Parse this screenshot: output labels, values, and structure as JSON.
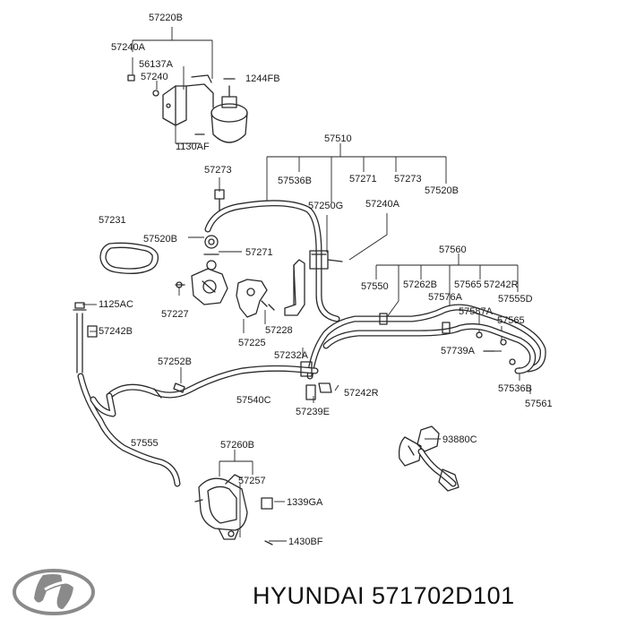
{
  "labels": {
    "l57220B": "57220B",
    "l57240A_top": "57240A",
    "l56137A": "56137A",
    "l57240": "57240",
    "l1244FB": "1244FB",
    "l1130AF": "1130AF",
    "l57510": "57510",
    "l57536B_top": "57536B",
    "l57271_top": "57271",
    "l57273_top": "57273",
    "l57520B_right": "57520B",
    "l57273_left": "57273",
    "l57250G": "57250G",
    "l57240A_mid": "57240A",
    "l57231": "57231",
    "l57520B_left": "57520B",
    "l57271_left": "57271",
    "l57560": "57560",
    "l57550": "57550",
    "l57262B": "57262B",
    "l57565_top": "57565",
    "l57242R_top": "57242R",
    "l57576A": "57576A",
    "l57555D": "57555D",
    "l1125AC": "1125AC",
    "l57227": "57227",
    "l57228": "57228",
    "l57225": "57225",
    "l57242B": "57242B",
    "l57232A": "57232A",
    "l57587A": "57587A",
    "l57565_mid": "57565",
    "l57739A": "57739A",
    "l57252B": "57252B",
    "l57540C": "57540C",
    "l57242R_bottom": "57242R",
    "l57239E": "57239E",
    "l57536B_bottom": "57536B",
    "l57561": "57561",
    "l57555": "57555",
    "l57260B": "57260B",
    "l93880C": "93880C",
    "l57257": "57257",
    "l1339GA": "1339GA",
    "l1430BF": "1430BF"
  },
  "footer": {
    "part_number": "HYUNDAI 571702D101"
  },
  "icons": {
    "brand_logo": "hyundai-logo-icon"
  }
}
